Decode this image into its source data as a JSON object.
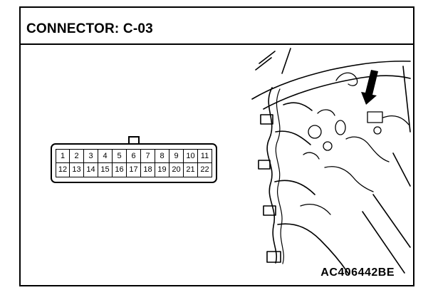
{
  "header": {
    "title": "CONNECTOR: C-03"
  },
  "connector": {
    "top_row_pins": [
      "1",
      "2",
      "3",
      "4",
      "5",
      "6",
      "7",
      "8",
      "9",
      "10",
      "11"
    ],
    "bottom_row_pins": [
      "12",
      "13",
      "14",
      "15",
      "16",
      "17",
      "18",
      "19",
      "20",
      "21",
      "22"
    ]
  },
  "footer": {
    "figure_code": "AC406442BE"
  },
  "colors": {
    "ink": "#000000",
    "paper": "#ffffff"
  }
}
